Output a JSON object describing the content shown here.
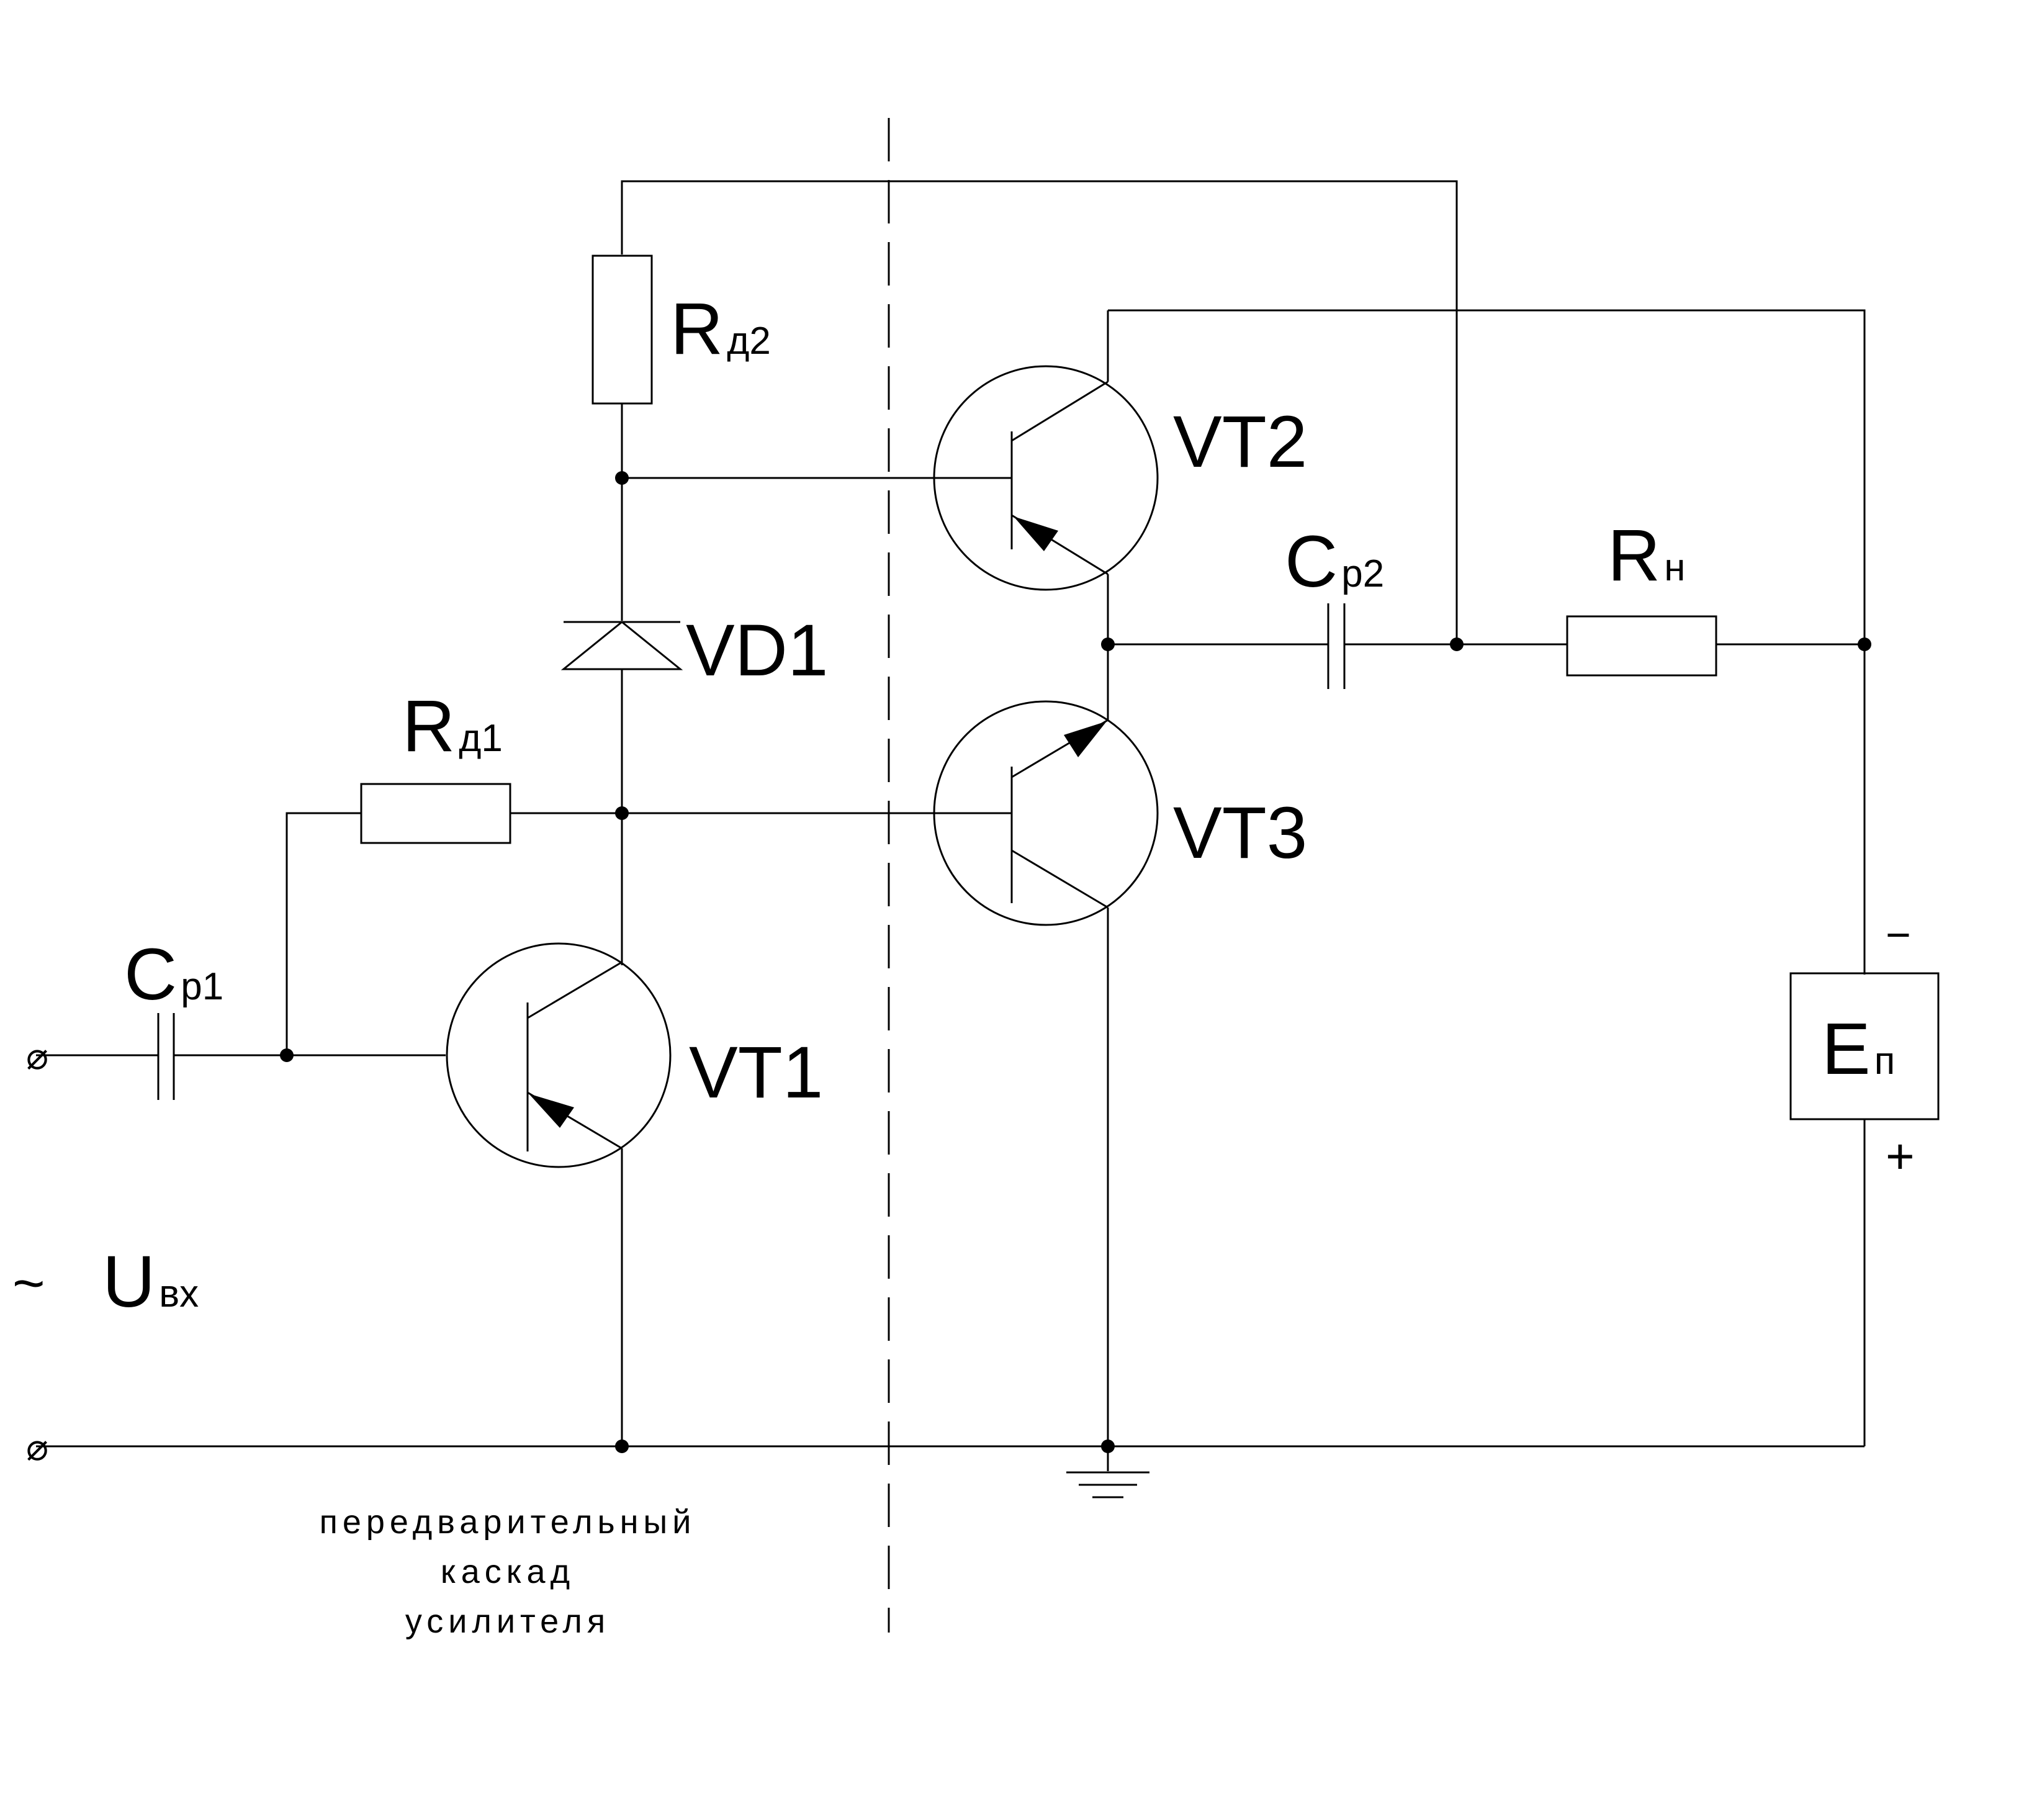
{
  "components": {
    "rd2": {
      "main": "R",
      "sub": "д2"
    },
    "vt2": {
      "main": "VT2"
    },
    "cp2": {
      "main": "C",
      "sub": "р2"
    },
    "rn": {
      "main": "R",
      "sub": "н"
    },
    "vd1": {
      "main": "VD1"
    },
    "rd1": {
      "main": "R",
      "sub": "д1"
    },
    "vt3": {
      "main": "VT3"
    },
    "cp1": {
      "main": "C",
      "sub": "р1"
    },
    "vt1": {
      "main": "VT1"
    },
    "en": {
      "main": "E",
      "sub": "п"
    },
    "uin": {
      "main": "U",
      "sub": "вх"
    }
  },
  "source_polarity": {
    "minus": "−",
    "plus": "+"
  },
  "input_symbols": {
    "tilde": "~",
    "terminal_top": "⌀",
    "terminal_bottom": "⌀"
  },
  "stage_caption": [
    "передварительный",
    "каскад",
    "усилителя"
  ]
}
